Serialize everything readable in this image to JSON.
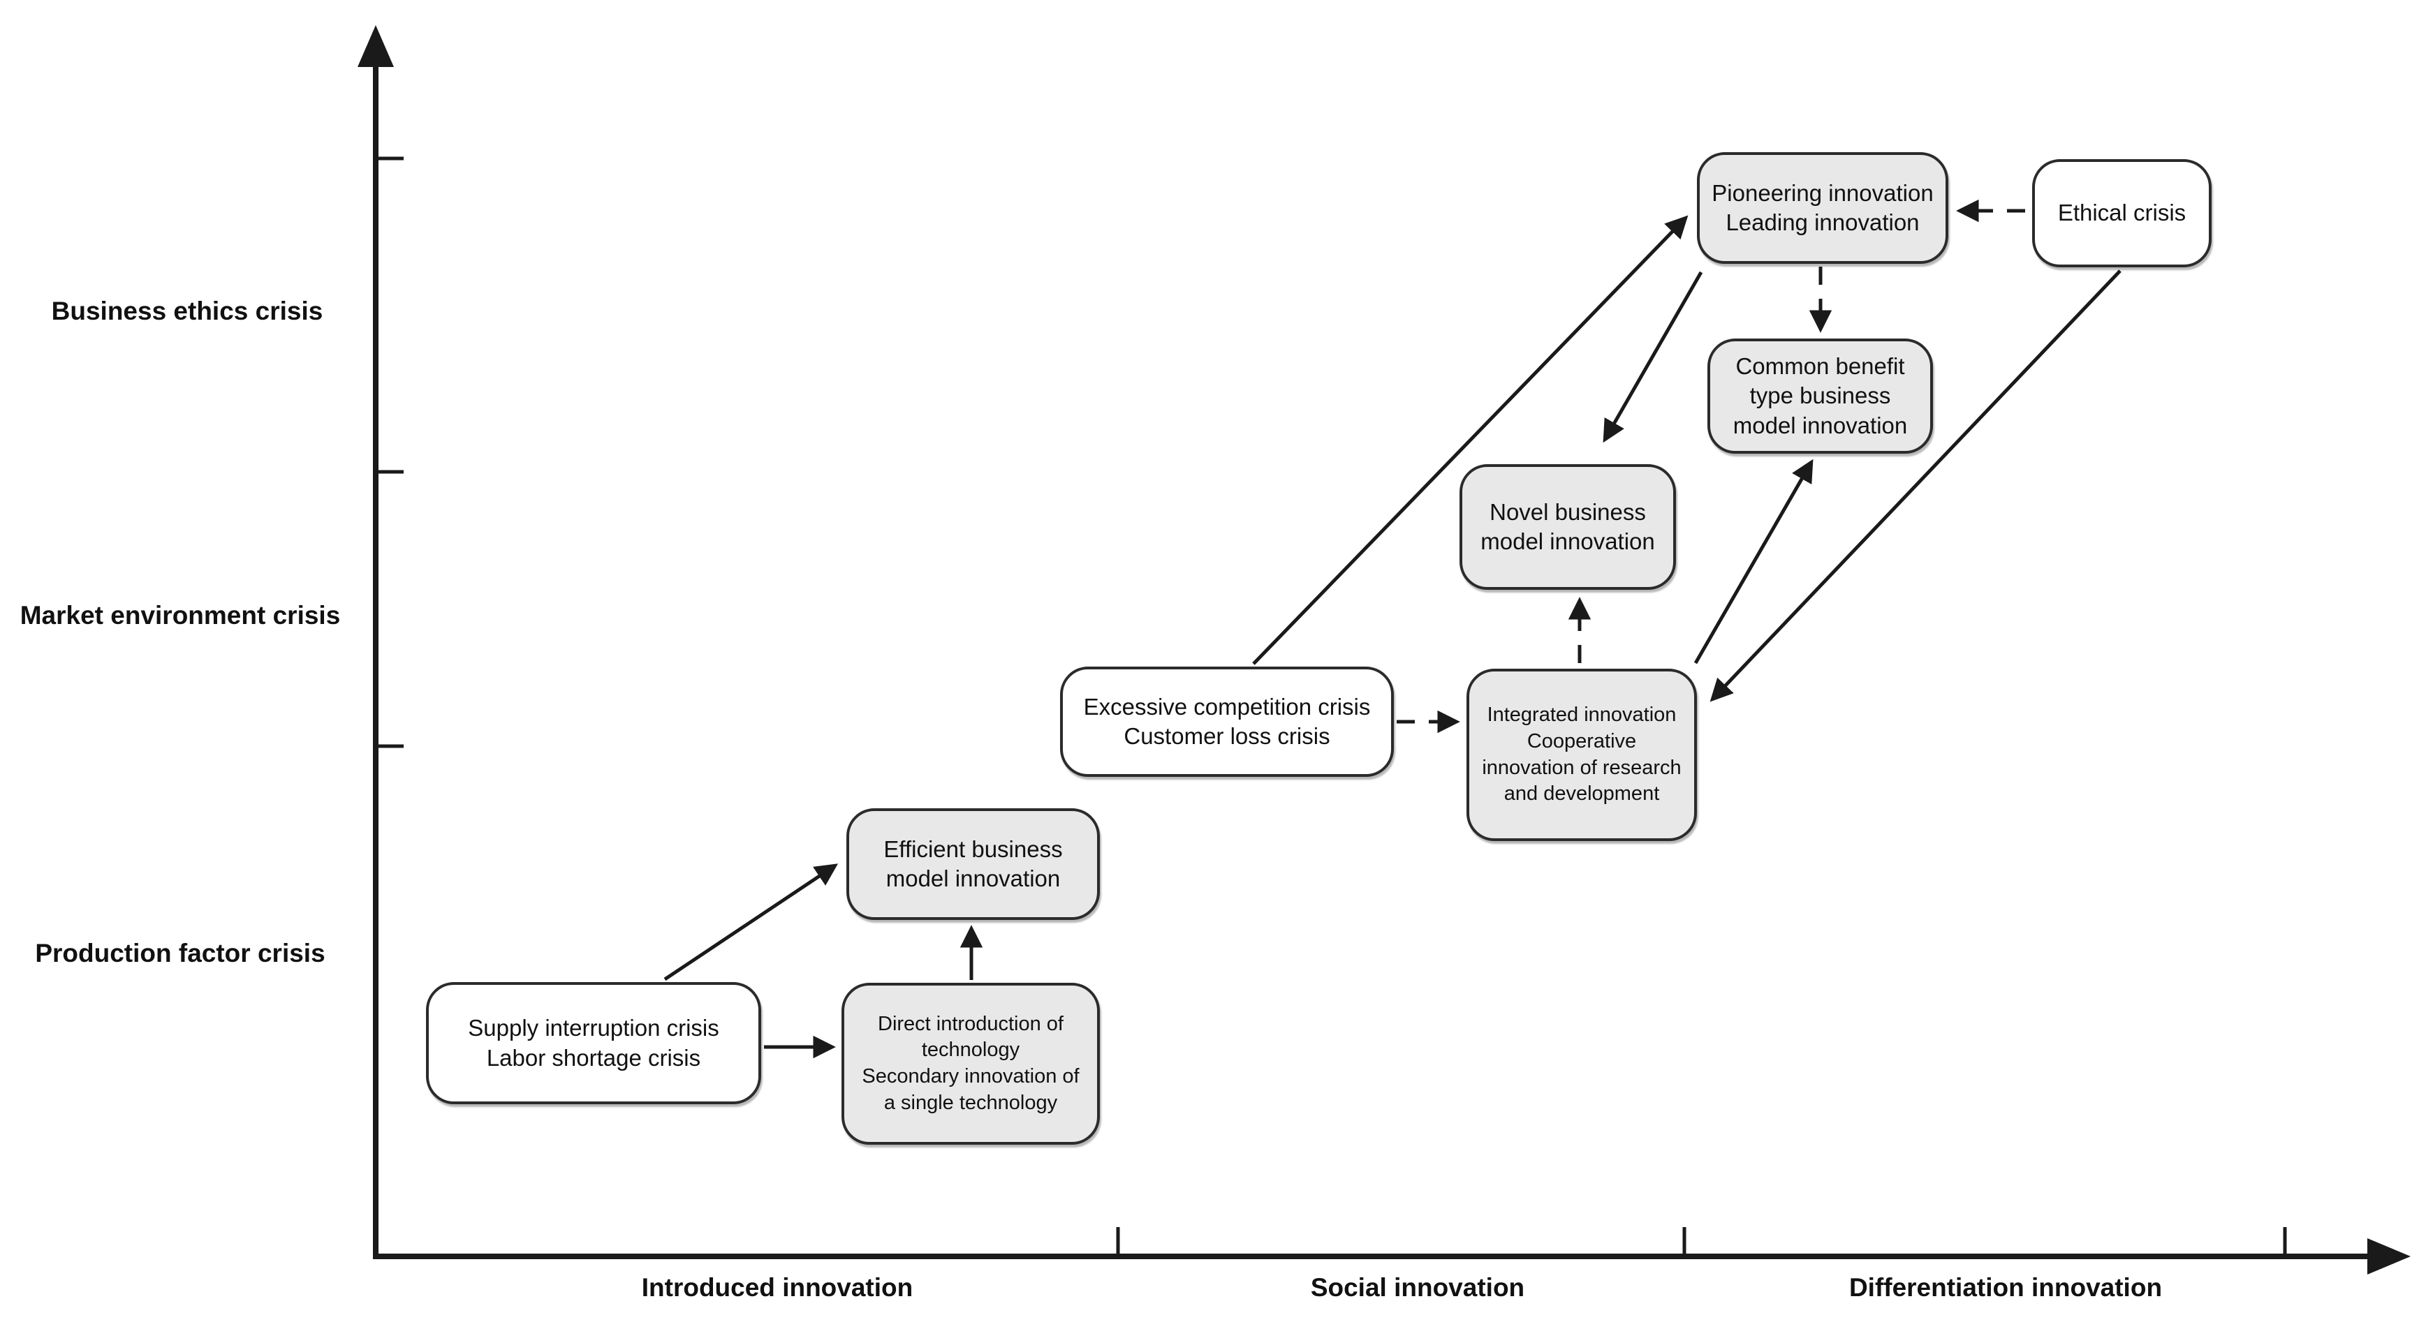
{
  "axes": {
    "y_labels": [
      "Business ethics crisis",
      "Market environment crisis",
      "Production factor crisis"
    ],
    "x_labels": [
      "Introduced innovation",
      "Social innovation",
      "Differentiation innovation"
    ]
  },
  "nodes": {
    "supply": {
      "label": "Supply interruption crisis\nLabor shortage crisis",
      "kind": "crisis"
    },
    "direct": {
      "label": "Direct introduction of\ntechnology\nSecondary innovation of\na single technology",
      "kind": "innovation"
    },
    "efficient": {
      "label": "Efficient business\nmodel innovation",
      "kind": "innovation"
    },
    "excessive": {
      "label": "Excessive competition crisis\nCustomer loss crisis",
      "kind": "crisis"
    },
    "integrated": {
      "label": "Integrated innovation\nCooperative\ninnovation of research\nand development",
      "kind": "innovation"
    },
    "novel": {
      "label": "Novel business\nmodel innovation",
      "kind": "innovation"
    },
    "pioneering": {
      "label": "Pioneering innovation\nLeading innovation",
      "kind": "innovation"
    },
    "common": {
      "label": "Common benefit\ntype business\nmodel innovation",
      "kind": "innovation"
    },
    "ethical": {
      "label": "Ethical crisis",
      "kind": "crisis"
    }
  },
  "edges": [
    {
      "from": "supply",
      "to": "direct",
      "style": "solid"
    },
    {
      "from": "supply",
      "to": "efficient",
      "style": "solid"
    },
    {
      "from": "direct",
      "to": "efficient",
      "style": "solid"
    },
    {
      "from": "excessive",
      "to": "integrated",
      "style": "dashed"
    },
    {
      "from": "integrated",
      "to": "novel",
      "style": "dashed"
    },
    {
      "from": "excessive",
      "to": "pioneering",
      "style": "solid"
    },
    {
      "from": "pioneering",
      "to": "novel",
      "style": "solid"
    },
    {
      "from": "pioneering",
      "to": "common",
      "style": "dashed"
    },
    {
      "from": "ethical",
      "to": "pioneering",
      "style": "dashed"
    },
    {
      "from": "integrated",
      "to": "common",
      "style": "solid"
    },
    {
      "from": "ethical",
      "to": "integrated",
      "style": "solid"
    }
  ],
  "colors": {
    "innovation_fill": "#e8e8e8",
    "crisis_fill": "#ffffff",
    "line": "#1a1a1a"
  }
}
